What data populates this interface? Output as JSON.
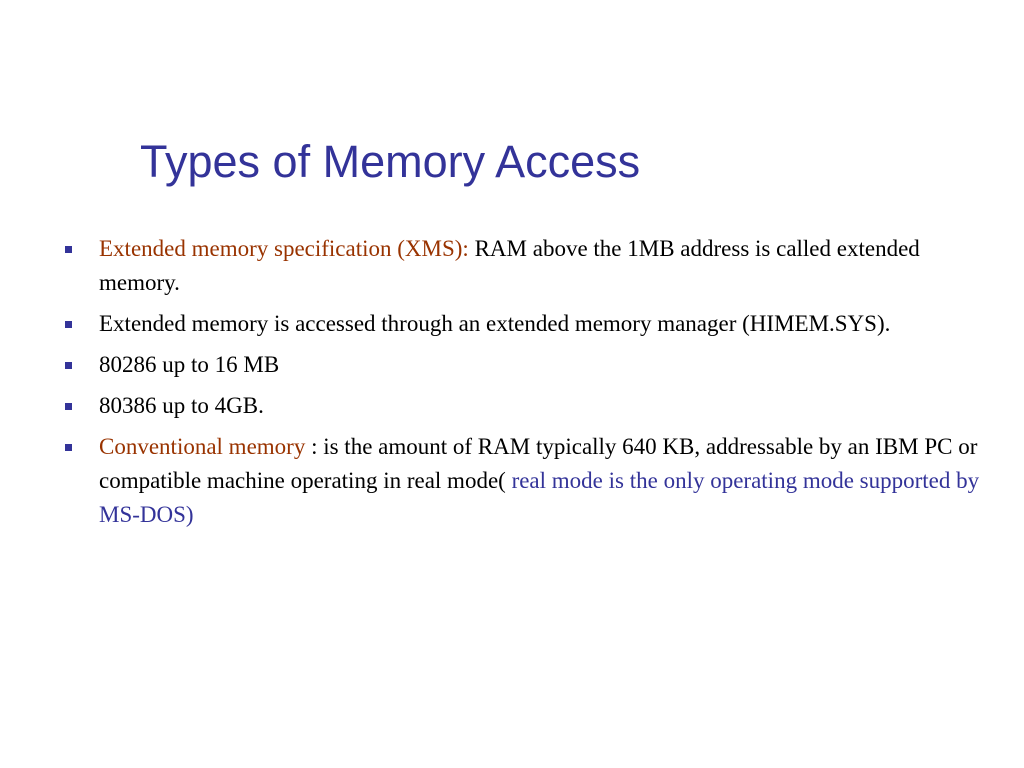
{
  "slide": {
    "title": "Types of Memory Access",
    "colors": {
      "title": "#333399",
      "bullet_marker": "#333399",
      "accent_term": "#993300",
      "note": "#333399",
      "body_text": "#000000"
    },
    "bullets": [
      {
        "term": "Extended memory specification (XMS):",
        "text": " RAM above the 1MB address is called extended memory."
      },
      {
        "text": "Extended memory is accessed through an extended memory manager (HIMEM.SYS)."
      },
      {
        "text": "80286 up to 16 MB"
      },
      {
        "text": "80386 up to 4GB."
      },
      {
        "term": "Conventional memory",
        "text": " : is the amount of RAM typically 640 KB, addressable by an IBM PC or compatible machine operating in real mode( ",
        "note": "real mode is the only operating mode supported by MS-DOS)"
      }
    ]
  }
}
